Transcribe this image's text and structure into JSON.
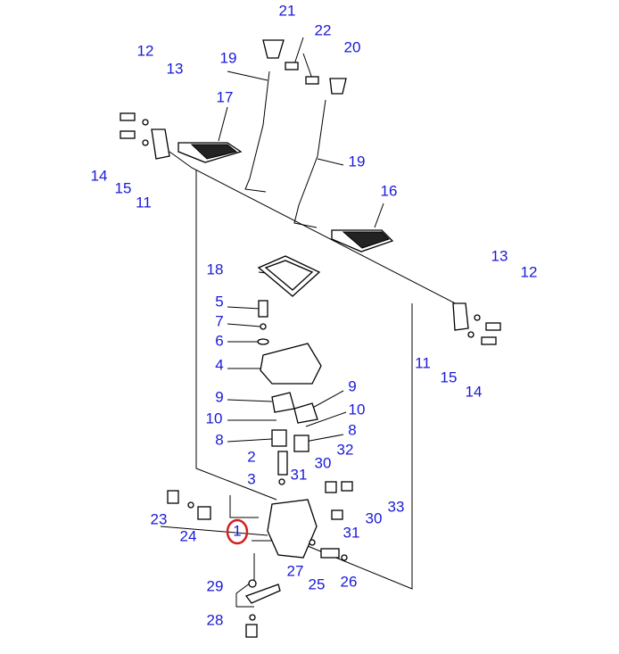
{
  "diagram": {
    "title": "Pedal and control valve assembly",
    "highlight_color": "#d42020",
    "label_color": "#1a1ad6",
    "highlighted_part": "1",
    "labels": [
      "21",
      "22",
      "20",
      "12",
      "13",
      "19",
      "17",
      "14",
      "15",
      "11",
      "19",
      "16",
      "13",
      "12",
      "18",
      "5",
      "7",
      "6",
      "4",
      "11",
      "15",
      "14",
      "9",
      "9",
      "10",
      "10",
      "8",
      "8",
      "2",
      "32",
      "30",
      "3",
      "31",
      "33",
      "30",
      "31",
      "23",
      "24",
      "1",
      "27",
      "25",
      "26",
      "29",
      "28"
    ]
  }
}
